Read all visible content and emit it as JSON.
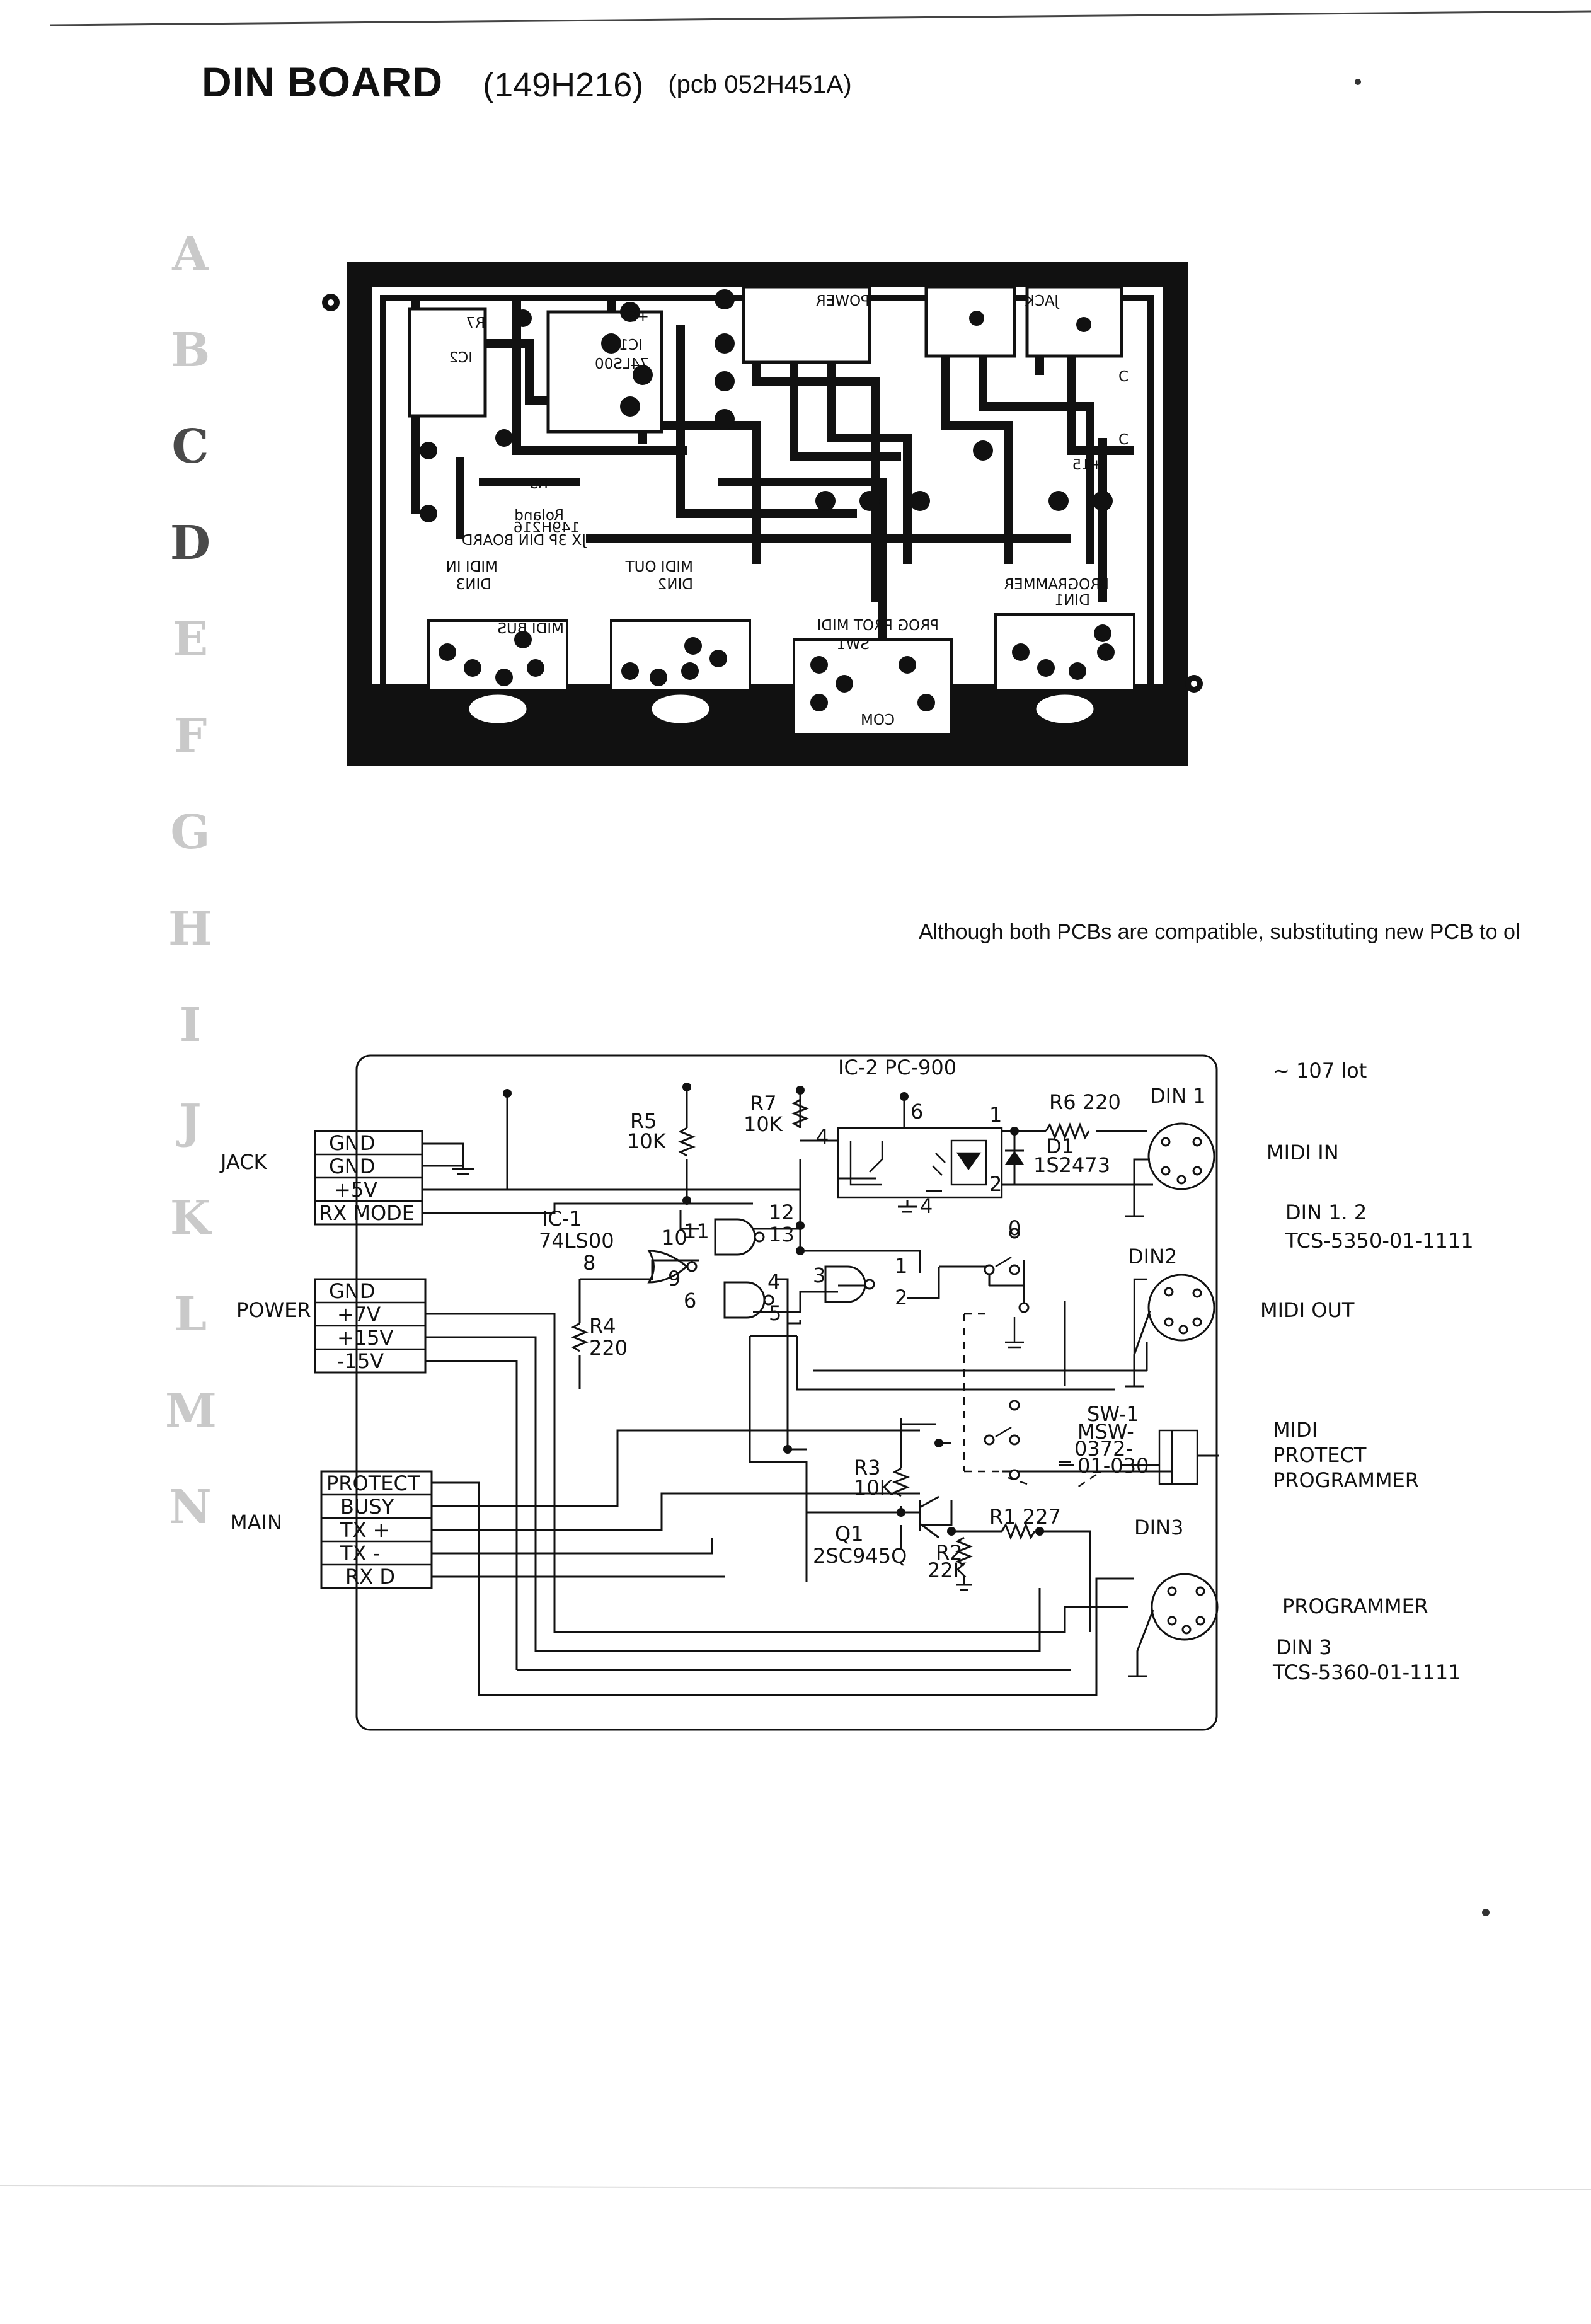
{
  "header": {
    "title": "DIN BOARD",
    "part_number": "(149H216)",
    "pcb_number": "(pcb 052H451A)"
  },
  "margin_letters": [
    "A",
    "B",
    "C",
    "D",
    "E",
    "F",
    "G",
    "H",
    "I",
    "J",
    "K",
    "L",
    "M",
    "N"
  ],
  "note": "Although both PCBs are compatible, substituting new PCB to ol",
  "pcb_silkscreen": {
    "brand": "Roland",
    "board_name": "JX 3P DIN BOARD",
    "board_number": "149H216",
    "ic1": "IC1",
    "ic1_type": "74LS00",
    "ic2": "IC2",
    "r7": "R7",
    "r5": "R5",
    "plus5": "+5",
    "plus15": "+15",
    "din1_label": "DIN1",
    "din2_label": "DIN2",
    "din3_label": "DIN3",
    "midi_in": "MIDI IN",
    "midi_out": "MIDI OUT",
    "midi_bus": "MIDI BUS",
    "prog_prot_midi": "PROG PROT MIDI",
    "programmer": "PROGRAMMER",
    "com": "COM",
    "sw1": "SW1",
    "power": "POWER",
    "jack": "JACK",
    "c_marks": [
      "C",
      "C"
    ]
  },
  "schematic": {
    "ic2_label": "IC-2  PC-900",
    "ic1_label": "IC-1",
    "ic1_type": "74LS00",
    "r5": "R5",
    "r5_value": "10K",
    "r7": "R7",
    "r7_value": "10K",
    "r6": "R6 220",
    "d1": "D1",
    "d1_type": "1S2473",
    "r4": "R4",
    "r4_value": "220",
    "r3": "R3",
    "r3_value": "10K",
    "r1": "R1 227",
    "q1": "Q1",
    "q1_type": "2SC945Q",
    "r2": "R2",
    "r2_value": "22K",
    "sw1": "SW-1",
    "sw1_type_lines": [
      "MSW-",
      "0372-",
      "01-030"
    ],
    "din1": "DIN 1",
    "din2": "DIN2",
    "din3": "DIN3",
    "pin_numbers": [
      "6",
      "1",
      "2",
      "4",
      "4",
      "10",
      "11",
      "12",
      "13",
      "8",
      "9",
      "6",
      "4",
      "3",
      "5",
      "1",
      "2",
      "0"
    ],
    "jack_block": {
      "label": "JACK",
      "pins": [
        "GND",
        "GND",
        "+5V",
        "RX MODE"
      ]
    },
    "power_block": {
      "label": "POWER",
      "pins": [
        "GND",
        "+7V",
        "+15V",
        "-15V"
      ]
    },
    "main_block": {
      "label": "MAIN",
      "pins": [
        "PROTECT",
        "BUSY",
        "TX +",
        "TX -",
        "RX D"
      ]
    }
  },
  "annotations": {
    "lot": "~ 107 lot",
    "midi_in": "MIDI IN",
    "din12": "DIN 1. 2",
    "tcs_din12": "TCS-5350-01-1111",
    "midi_out": "MIDI OUT",
    "midi_protect_lines": [
      "MIDI",
      "PROTECT",
      "PROGRAMMER"
    ],
    "programmer": "PROGRAMMER",
    "din3": "DIN 3",
    "tcs_din3": "TCS-5360-01-1111"
  }
}
